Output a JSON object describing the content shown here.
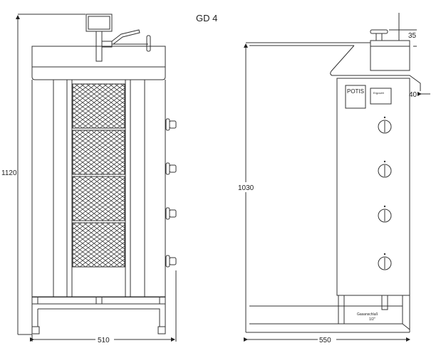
{
  "title": "GD 4",
  "front_view": {
    "height_dim": "1120",
    "width_dim": "510"
  },
  "side_view": {
    "height_dim": "1030",
    "width_dim": "550",
    "top_dim": "35",
    "side_dim": "40",
    "brand_label": "POTIS",
    "plate_label": "Ergovelt",
    "gas_label": "Gasanschluß",
    "gas_size": "1/2\""
  },
  "colors": {
    "line": "#333333",
    "background": "#ffffff"
  }
}
